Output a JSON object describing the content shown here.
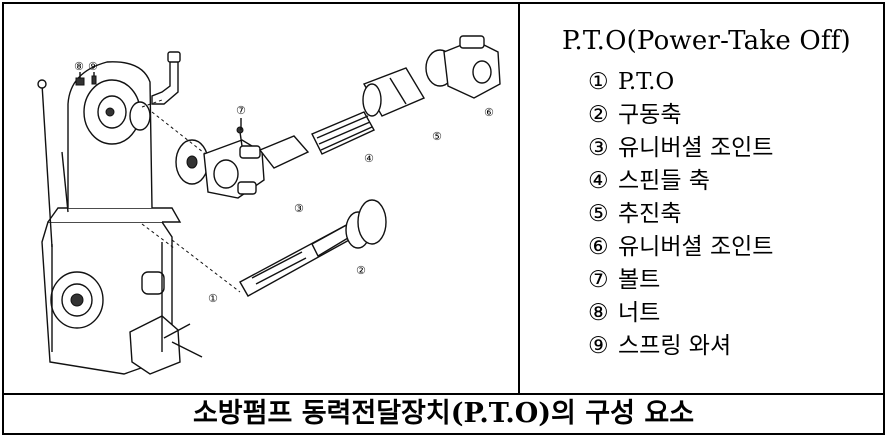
{
  "legend": {
    "title": "P.T.O(Power-Take Off)",
    "items": [
      {
        "num": "①",
        "label": "P.T.O"
      },
      {
        "num": "②",
        "label": "구동축"
      },
      {
        "num": "③",
        "label": "유니버셜 조인트"
      },
      {
        "num": "④",
        "label": "스핀들 축"
      },
      {
        "num": "⑤",
        "label": "추진축"
      },
      {
        "num": "⑥",
        "label": "유니버셜 조인트"
      },
      {
        "num": "⑦",
        "label": "볼트"
      },
      {
        "num": "⑧",
        "label": "너트"
      },
      {
        "num": "⑨",
        "label": "스프링 와셔"
      }
    ]
  },
  "diagram": {
    "callouts": [
      "①",
      "②",
      "③",
      "④",
      "⑤",
      "⑥",
      "⑦",
      "⑧",
      "⑨"
    ]
  },
  "caption": "소방펌프 동력전달장치(P.T.O)의 구성 요소"
}
